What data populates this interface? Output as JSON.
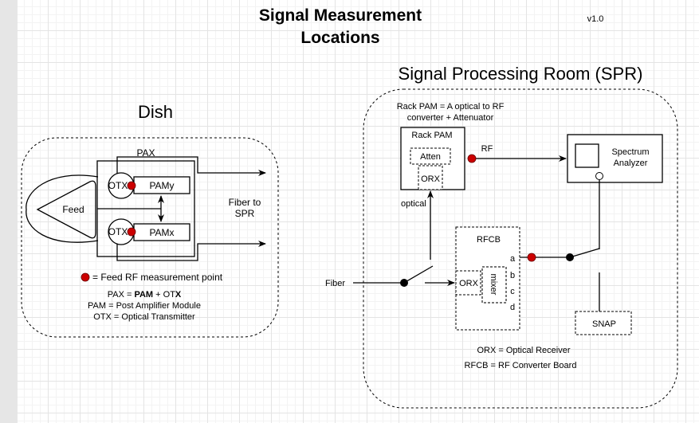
{
  "title": {
    "line1": "Signal Measurement",
    "line2": "Locations"
  },
  "version": "v1.0",
  "dish": {
    "heading": "Dish",
    "pax_label": "PAX",
    "feed_label": "Feed",
    "otx_top": "OTX",
    "otx_bottom": "OTX",
    "pam_y": "PAMy",
    "pam_x": "PAMx",
    "fiber_label_1": "Fiber to",
    "fiber_label_2": "SPR",
    "legend": {
      "dot_text": "= Feed RF measurement point",
      "pax_def_prefix": "PAX = ",
      "pax_def_pam": "PAM",
      "pax_def_mid": " + OT",
      "pax_def_x": "X",
      "pam_def": "PAM = Post Amplifier Module",
      "otx_def": "OTX = Optical Transmitter"
    }
  },
  "spr": {
    "heading": "Signal Processing Room (SPR)",
    "rack_pam_note_1": "Rack PAM = A optical to RF",
    "rack_pam_note_2": "converter + Attenuator",
    "rack_pam": "Rack PAM",
    "atten": "Atten",
    "orx_rack": "ORX",
    "rf_label": "RF",
    "optical_label": "optical",
    "spectrum_1": "Spectrum",
    "spectrum_2": "Analyzer",
    "fiber_label": "Fiber",
    "rfcb": "RFCB",
    "orx_rfcb": "ORX",
    "mixer": "mixer",
    "ports": [
      "a",
      "b",
      "c",
      "d"
    ],
    "snap": "SNAP",
    "legend": {
      "orx_def": "ORX = Optical  Receiver",
      "rfcb_def": "RFCB = RF Converter Board"
    }
  }
}
